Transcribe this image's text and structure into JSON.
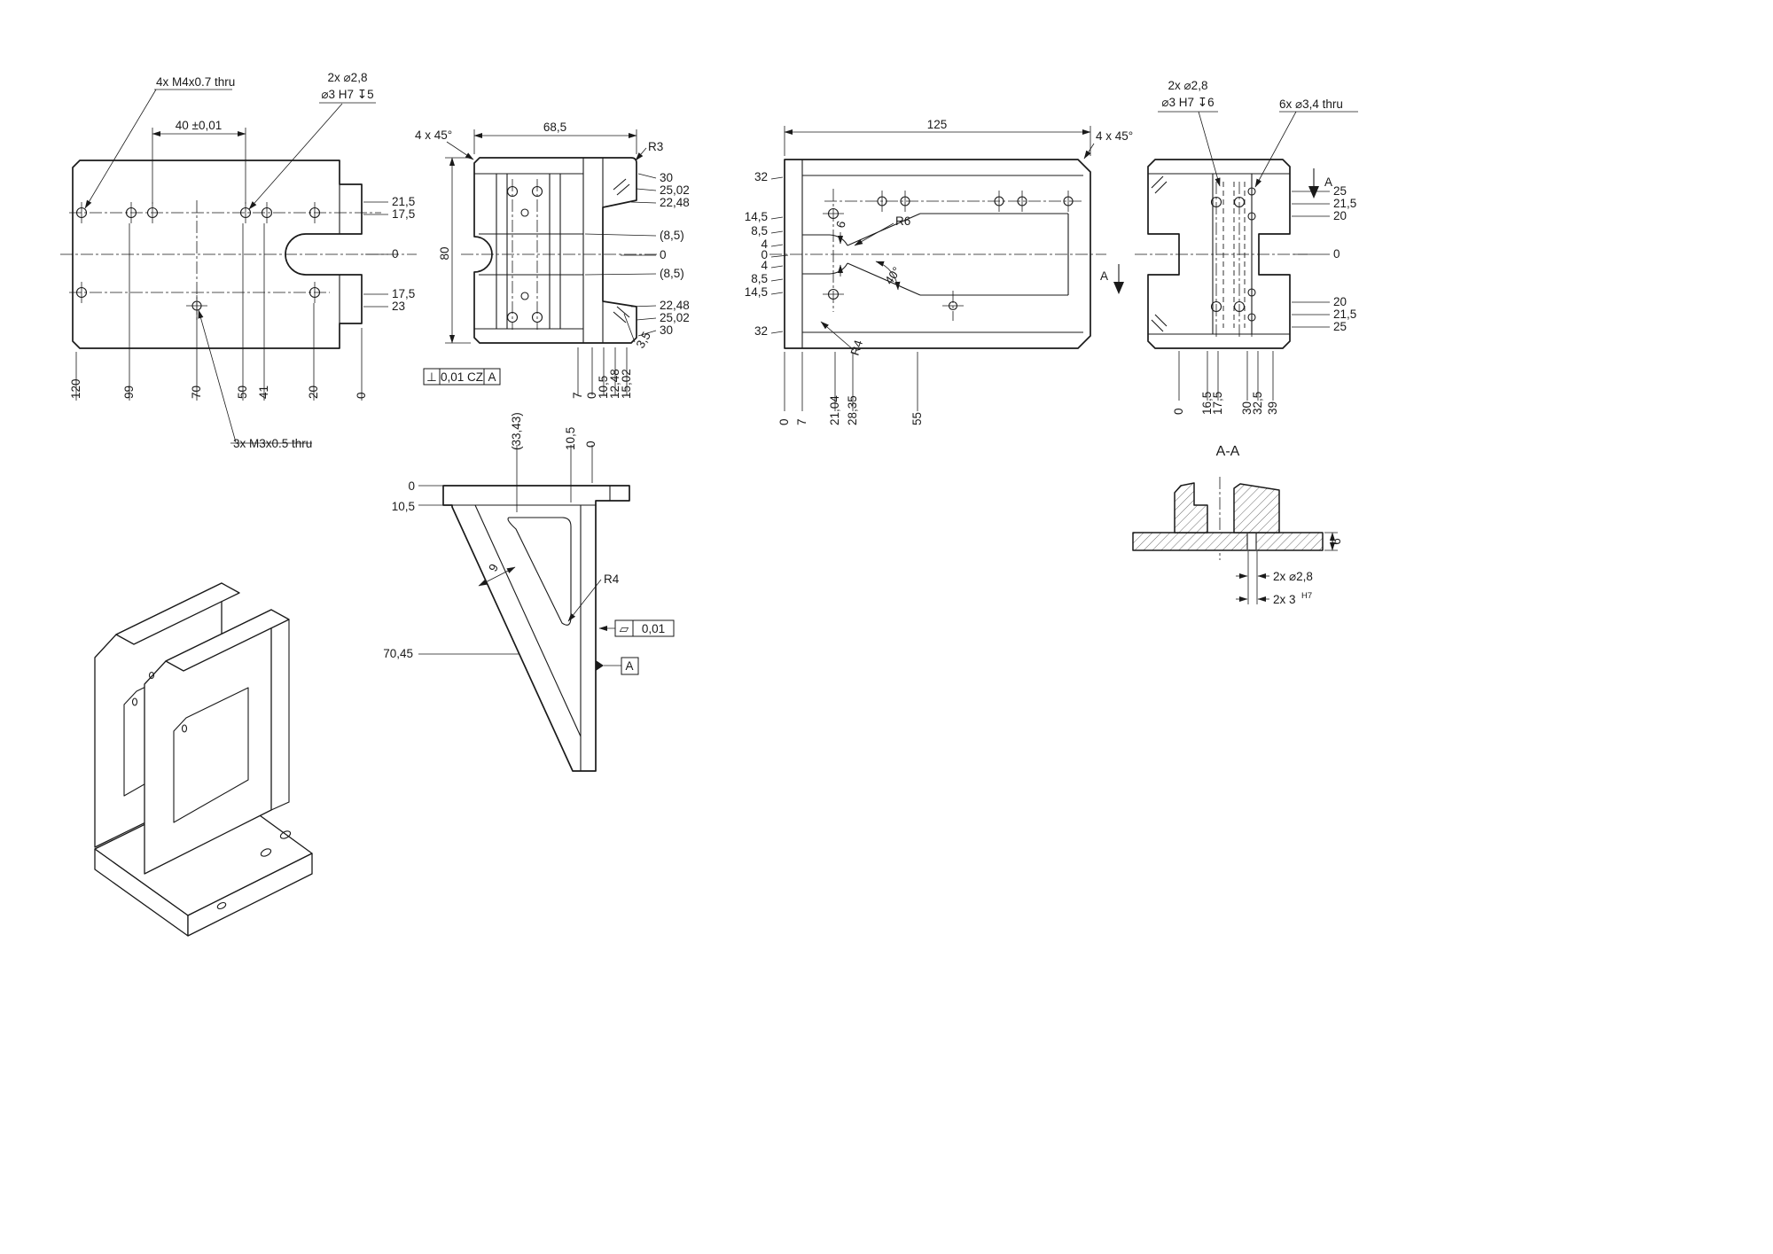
{
  "plan": {
    "callout_m4": "4x M4x0.7 thru",
    "callout_pin1": "2x ⌀2,8",
    "callout_pin2": "⌀3 H7 ↧5",
    "dim_40": "40 ±0,01",
    "callout_m3": "3x M3x0.5 thru",
    "right": [
      "21,5",
      "17,5",
      "0",
      "17,5",
      "23"
    ],
    "bottom": [
      "120",
      "99",
      "70",
      "50",
      "41",
      "20",
      "0"
    ]
  },
  "front": {
    "chamfer": "4 x 45°",
    "width": "68,5",
    "r3": "R3",
    "height": "80",
    "right": [
      "30",
      "25,02",
      "22,48",
      "(8,5)",
      "0",
      "(8,5)",
      "22,48",
      "25,02",
      "30"
    ],
    "slot": "3,5",
    "bottom": [
      "7",
      "0",
      "10,5",
      "12,48",
      "15,02"
    ],
    "fcf_sym": "⊥",
    "fcf_tol": "0,01 CZ",
    "fcf_datum": "A"
  },
  "top": {
    "width": "125",
    "chamfer": "4 x 45°",
    "left": [
      "32",
      "14,5",
      "8,5",
      "4",
      "0",
      "4",
      "8,5",
      "14,5",
      "32"
    ],
    "r6": "R6",
    "slot_w": "6",
    "angle": "40°",
    "r4": "R4",
    "bottom": [
      "0",
      "7",
      "21,04",
      "28,35",
      "55"
    ]
  },
  "end": {
    "callout_pin1": "2x ⌀2,8",
    "callout_pin2": "⌀3 H7 ↧6",
    "callout_thru": "6x ⌀3,4 thru",
    "cut_label": "A",
    "right": [
      "25",
      "21,5",
      "20",
      "0",
      "20",
      "21,5",
      "25"
    ],
    "bottom": [
      "0",
      "16,5",
      "17,5",
      "30",
      "32,5",
      "39"
    ]
  },
  "section": {
    "title": "A-A",
    "thickness": "6",
    "callout_1": "2x ⌀2,8",
    "callout_2": "2x 3",
    "callout_2_fit": "H7"
  },
  "profile": {
    "top": [
      "(33,43)",
      "10,5",
      "0"
    ],
    "left_0": "0",
    "left_105": "10,5",
    "left_7045": "70,45",
    "wall": "9",
    "r4": "R4",
    "flat_sym": "▱",
    "flat_tol": "0,01",
    "datum": "A"
  }
}
